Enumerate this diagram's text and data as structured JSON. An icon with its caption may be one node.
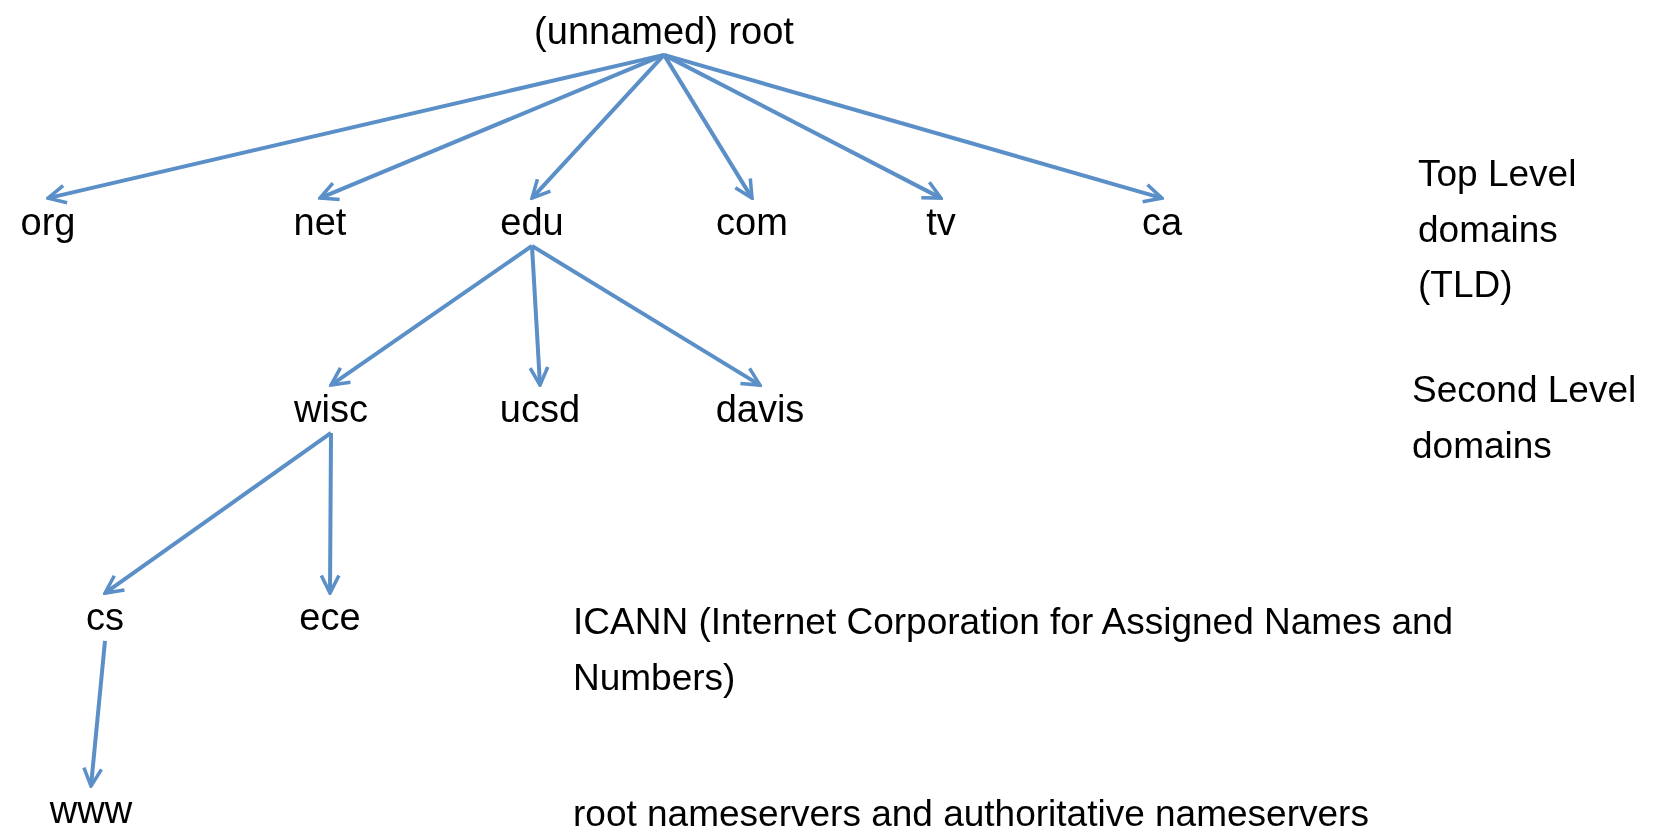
{
  "diagram": {
    "nodes": [
      {
        "text": [
          "(unnamed) root"
        ]
      },
      {
        "text": [
          "org"
        ]
      },
      {
        "text": [
          "net"
        ]
      },
      {
        "text": [
          "edu"
        ]
      },
      {
        "text": [
          "com"
        ]
      },
      {
        "text": [
          "tv"
        ]
      },
      {
        "text": [
          "ca"
        ]
      },
      {
        "text": [
          "wisc"
        ]
      },
      {
        "text": [
          "ucsd"
        ]
      },
      {
        "text": [
          "davis"
        ]
      },
      {
        "text": [
          "cs"
        ]
      },
      {
        "text": [
          "ece"
        ]
      },
      {
        "text": [
          "www"
        ]
      }
    ],
    "edges": [
      {
        "from": 0,
        "to": 1,
        "arrow": "to"
      },
      {
        "from": 0,
        "to": 2,
        "arrow": "to"
      },
      {
        "from": 0,
        "to": 3,
        "arrow": "to"
      },
      {
        "from": 0,
        "to": 4,
        "arrow": "to"
      },
      {
        "from": 0,
        "to": 5,
        "arrow": "to"
      },
      {
        "from": 0,
        "to": 6,
        "arrow": "to"
      },
      {
        "from": 3,
        "to": 7,
        "arrow": "to"
      },
      {
        "from": 3,
        "to": 8,
        "arrow": "to"
      },
      {
        "from": 3,
        "to": 9,
        "arrow": "to"
      },
      {
        "from": 7,
        "to": 10,
        "arrow": "to"
      },
      {
        "from": 7,
        "to": 11,
        "arrow": "to"
      },
      {
        "from": 10,
        "to": 12,
        "arrow": "to"
      }
    ],
    "labels": [
      "Top Level domains (TLD)",
      "Second Level domains",
      "ICANN (Internet Corporation for Assigned Names and Numbers)",
      "root nameservers and authoritative nameservers"
    ]
  }
}
